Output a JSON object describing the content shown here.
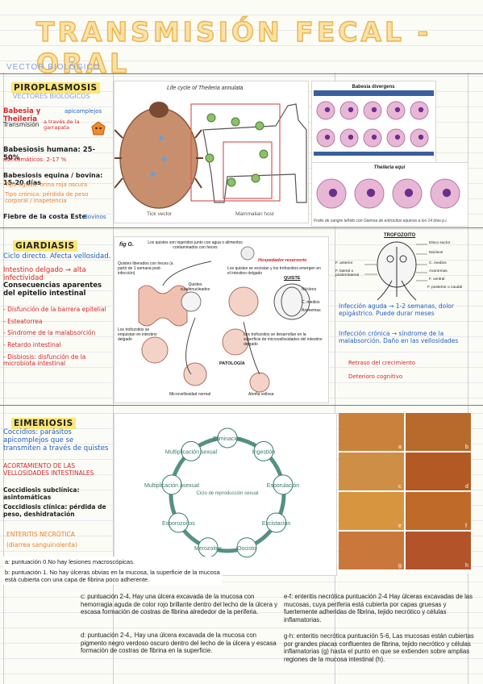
{
  "title": "TRANSMISIÓN FECAL - ORAL",
  "subtitle": "VECTOR BIOLÓGICO",
  "piroplasmosis": {
    "heading": "PIROPLASMOSIS",
    "subheading": "VECTORES BIOLÓGICOS",
    "babesia_theileria": "Babesia y Theileria",
    "apicomplejos": "apicomplejos",
    "transmision": "Transmisión",
    "vector_note": "a través de la garrapata",
    "babesiosis_humana": "Babesiosis humana: 25-50%",
    "asintomaticos": "asintomáticos: 2-17 %",
    "babesiosis_equina": "Babesiosis equina / bovina: 15-20 días",
    "tipo_aguda": "Tipo aguda: orina roja oscura",
    "tipo_cronica": "Tipo crónica: pérdida de peso corporal / inapetencia",
    "fiebre": "Fiebre de la costa Este",
    "fiebre_note": "Bovinos",
    "lifecycle_title": "Life cycle of Theileria annulata",
    "tick_vector": "Tick vector",
    "mammalian_host": "Mammalian host",
    "babesia_title": "Babesia divergens",
    "theileria_title": "Theileria equi",
    "frotis_caption": "Frotis de sangre teñido con Giemsa de eritrocitos equinos a los 14 días p.i."
  },
  "giardiasis": {
    "heading": "GIARDIASIS",
    "ciclo": "Ciclo directo. Afecta vellosidad.",
    "intestino": "Intestino delgado → alta infectividad",
    "consecuencias_title": "Consecuencias aparentes del epitelio intestinal",
    "items": [
      "- Disfunción de la barrera epitelial",
      "- Esteatorrea",
      "- Síndrome de la malabsorción",
      "- Retardo intestinal",
      "- Disbiosis: disfunción de la microbiota intestinal"
    ],
    "infeccion_aguda": "Infección aguda → 1-2 semanas, dolor epigástrico. Puede durar meses",
    "infeccion_cronica": "Infección crónica → síndrome de la malabsorción. Daño en las vellosidades",
    "retraso": "Retraso del crecimiento",
    "deterioro": "Deterioro cognitivo",
    "fig_label": "fig G.",
    "quistes_ingeridos": "Los quistes son ingeridos junto con agua o alimentos contaminados con heces",
    "hospedador": "Hospedador reservorio",
    "quistes_liberados": "Quistes liberados con heces (a partir de 1 semana post-infección)",
    "quistes_excistan": "Los quistes se excistan y los trofozoitos emergen en el intestino delgado",
    "quiste_label": "QUISTE",
    "quistes_cuadri": "Quistes cuadrinucleados",
    "nucleos": "Núcleos",
    "c_medios": "C. medios",
    "axonemas": "Axonemas",
    "trofozoitos_desarrollan": "Los trofozoitos se desarrollan en la superficie de microvellosidades del intestino delgado",
    "trofozoitos_enquistan": "Los trofozoitos se enquistan en intestino delgado",
    "patologia": "PATOLOGÍA",
    "microvellosidad": "Microvellosidad normal",
    "atrofia": "Atrofia vellosa",
    "trofozoito_title": "TROFOZOITO",
    "disco": "Disco suctor",
    "nucleos_t": "Núcleos",
    "c_medios_t": "C. medios",
    "axonemas_t": "Axonemas",
    "f_anterior": "F. anterior",
    "f_lateral": "F. lateral o posterolateral",
    "f_ventral": "F. ventral",
    "f_posterior": "F. posterior o caudal"
  },
  "esmeriosis": {
    "heading": "EIMERIOSIS",
    "coccidios": "Coccidios: parásitos apicomplejos que se transmiten a través de quistes",
    "acortamiento": "ACORTAMIENTO DE LAS VELLOSIDADES INTESTINALES",
    "coccidiosis_sub": "Coccidiosis subclínica: asintomáticas",
    "coccidiosis_clin": "Coccidiosis clínica: pérdida de peso, deshidratación",
    "enteritis": "ENTERITIS NECRÓTICA",
    "diarrea": "(diarrea sanguinolenta)",
    "cycle_title": "Ciclo de reproducción sexual",
    "steps": [
      "Eliminación",
      "Ingestión",
      "Esporulación",
      "Excistación",
      "Oocisto",
      "Merozoitos",
      "Esporozoítos",
      "Multiplicación asexual",
      "Multiplicación sexual"
    ],
    "photo_labels": [
      "a",
      "b",
      "c",
      "d",
      "e",
      "f",
      "g",
      "h"
    ]
  },
  "captions": {
    "a": "a: puntuación 0.No hay lesiones macroscópicas.",
    "b": "b: puntuación 1. No hay úlceras obvias en la mucosa, la superficie de la mucosa está cubierta con una capa de fibrina poco adherente.",
    "c": "c: puntuación 2-4, Hay una úlcera excavada de la mucosa con hemorragia aguda de color rojo brillante dentro del lecho de la úlcera y escasa formación de costras de fibrina alrededor de la periferia.",
    "d": "d: puntuación 2-4,. Hay una úlcera excavada de la mucosa con pigmento negro verdoso oscuro dentro del lecho de la úlcera y escasa formación de costras de fibrina en la superficie.",
    "ef": "e-f: enteritis necrótica puntuación 2-4 Hay úlceras excavadas de las mucosas, cuya periferia está cubierta por capas gruesas y fuertemente adheridas de fibrina, tejido necrótico y células inflamatorias.",
    "gh": "g-h: enteritis necrótica puntuación 5-6, Las mucosas están cubiertas por grandes placas confluentes de fibrina, tejido necrótico y células inflamatorias (g) hasta el punto en que se extienden sobre amplias regiones de la mucosa intestinal (h)."
  }
}
